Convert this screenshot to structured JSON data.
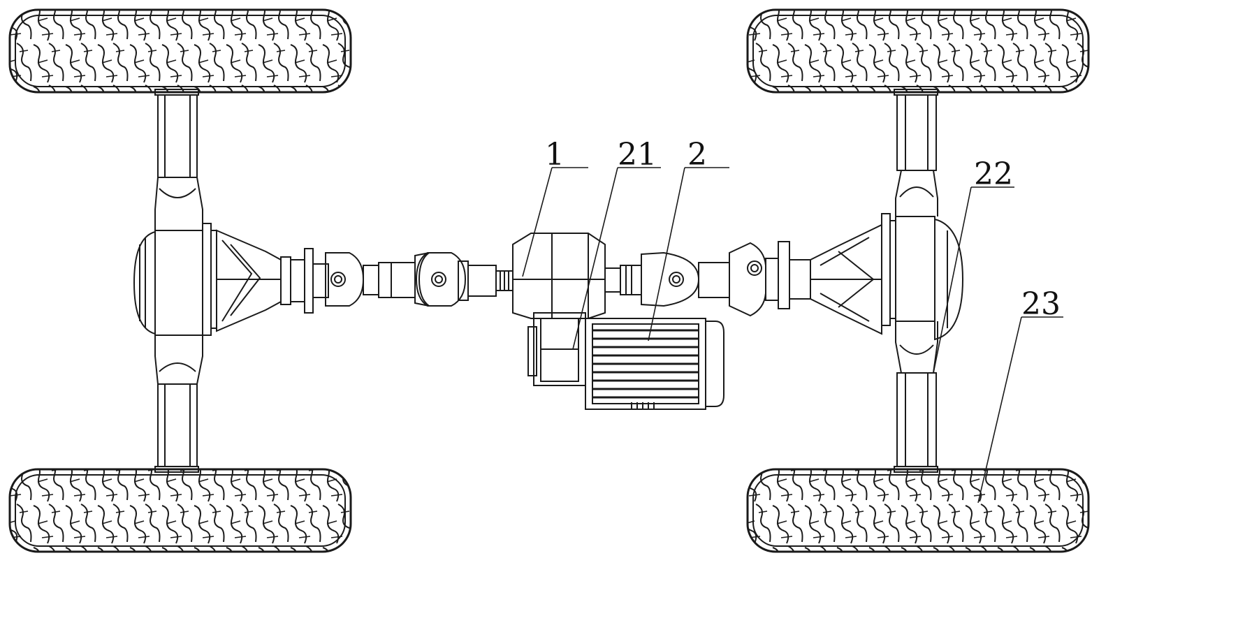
{
  "labels": {
    "frame": "1",
    "reducer": "21",
    "motor": "2",
    "hub": "22",
    "wheel": "23"
  },
  "colors": {
    "ink": "#1a1a1a",
    "background": "#ffffff"
  }
}
